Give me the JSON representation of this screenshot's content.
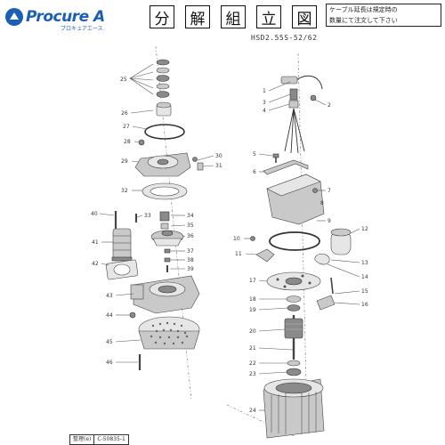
{
  "header": {
    "brand": "Procure A",
    "brand_sub": "プロキュアエース",
    "title_chars": [
      "分",
      "解",
      "組",
      "立",
      "図"
    ],
    "notice_line1": "ケーブル延長は規定時の",
    "notice_line2": "数量にて注文して下さい",
    "model": "HSD2.55S-52/62"
  },
  "footer": {
    "ref_label": "整理(e)",
    "ref_number": "C-50835-1"
  },
  "callouts": [
    "1",
    "2",
    "3",
    "4",
    "5",
    "6",
    "7",
    "8",
    "9",
    "10",
    "11",
    "12",
    "13",
    "14",
    "15",
    "16",
    "17",
    "18",
    "19",
    "20",
    "21",
    "22",
    "23",
    "24",
    "25",
    "26",
    "27",
    "28",
    "29",
    "30",
    "31",
    "32",
    "33",
    "34",
    "35",
    "36",
    "37",
    "38",
    "39",
    "40",
    "41",
    "42",
    "43",
    "44",
    "45",
    "46"
  ],
  "colors": {
    "brand": "#1a5fb4",
    "line": "#555555",
    "part": "#c9c9c9"
  }
}
